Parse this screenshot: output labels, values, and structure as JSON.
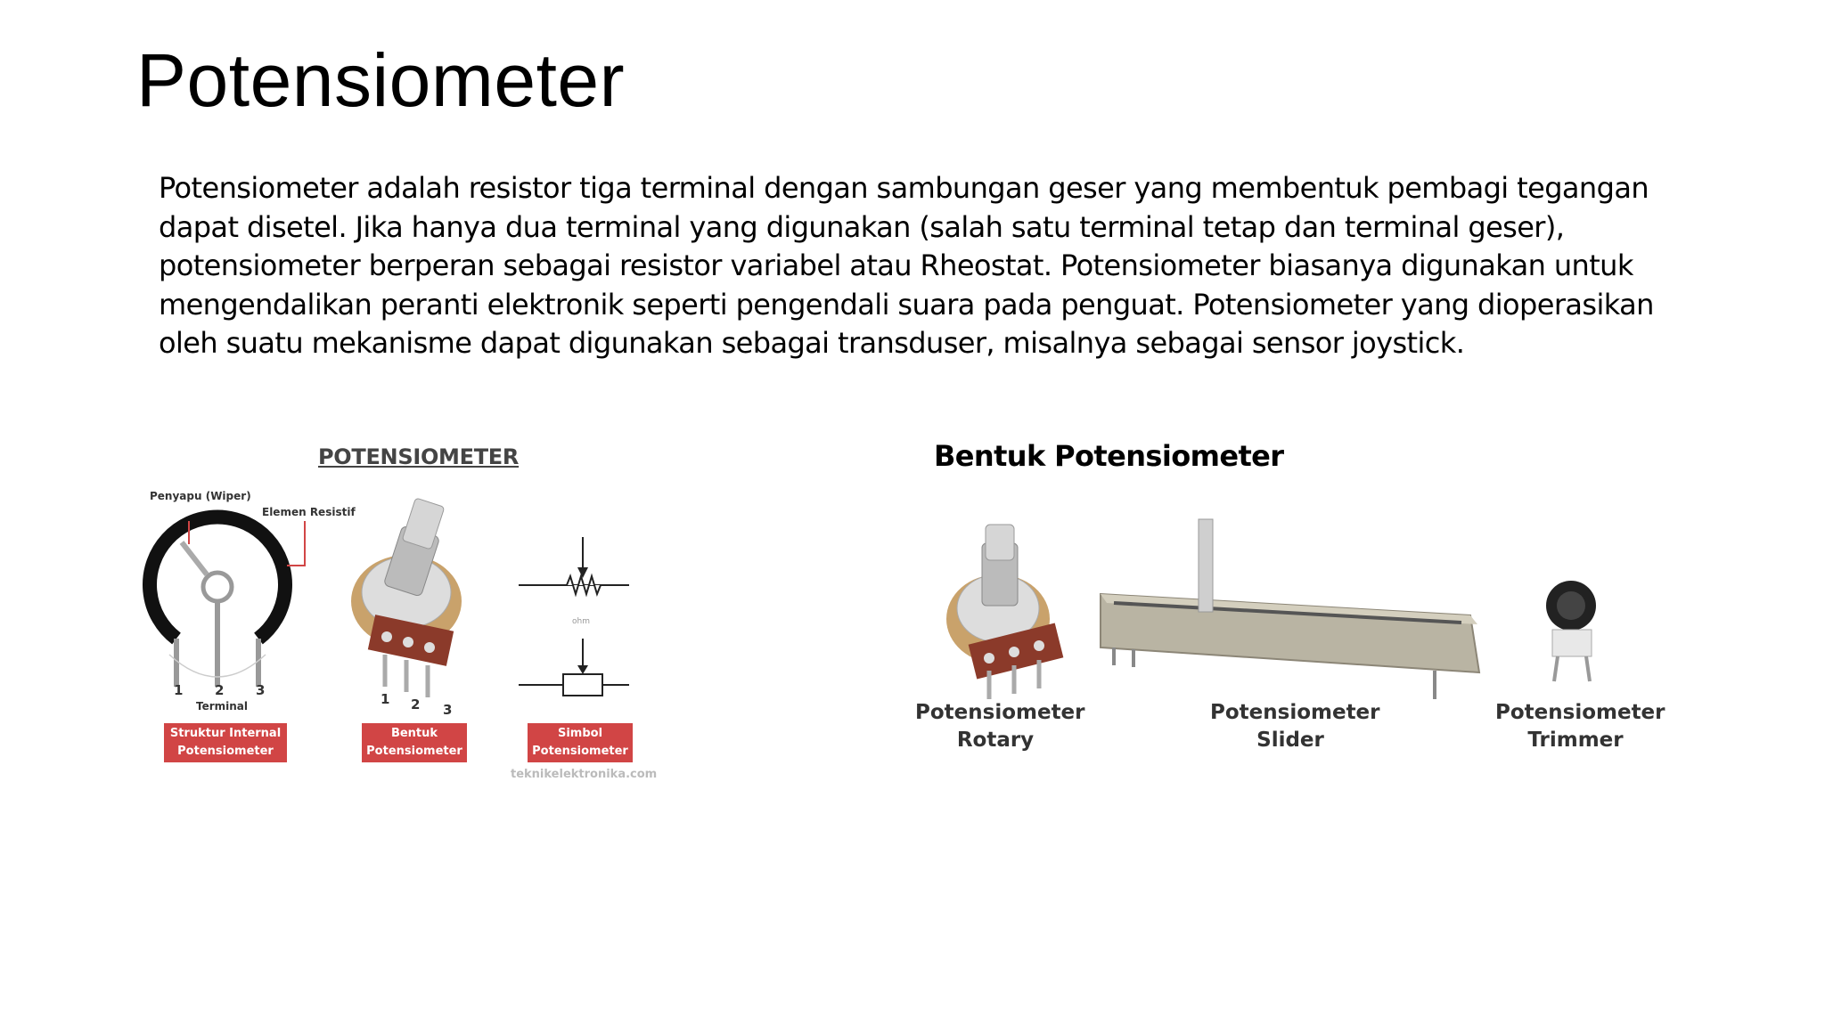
{
  "slide": {
    "title": "Potensiometer",
    "body": "Potensiometer adalah resistor tiga terminal dengan sambungan geser yang membentuk pembagi tegangan dapat disetel. Jika hanya dua terminal yang digunakan (salah satu terminal tetap dan terminal geser), potensiometer berperan sebagai resistor variabel atau Rheostat. Potensiometer biasanya digunakan untuk mengendalikan peranti elektronik seperti pengendali suara pada penguat. Potensiometer yang dioperasikan oleh suatu mekanisme dapat digunakan sebagai transduser, misalnya sebagai sensor joystick."
  },
  "left_figure": {
    "title": "POTENSIOMETER",
    "wiper_label": "Penyapu (Wiper)",
    "element_label": "Elemen Resistif",
    "terminal_label": "Terminal",
    "terminal_numbers": [
      "1",
      "2",
      "3"
    ],
    "symbol_unit": "ohm",
    "captions": [
      {
        "line1": "Struktur Internal",
        "line2": "Potensiometer"
      },
      {
        "line1": "Bentuk",
        "line2": "Potensiometer"
      },
      {
        "line1": "Simbol",
        "line2": "Potensiometer"
      }
    ],
    "watermark": "teknikelektronika.com",
    "label_color": "#d14545"
  },
  "right_figure": {
    "heading": "Bentuk Potensiometer",
    "items": [
      {
        "line1": "Potensiometer",
        "line2": "Rotary"
      },
      {
        "line1": "Potensiometer",
        "line2": "Slider"
      },
      {
        "line1": "Potensiometer",
        "line2": "Trimmer"
      }
    ]
  }
}
